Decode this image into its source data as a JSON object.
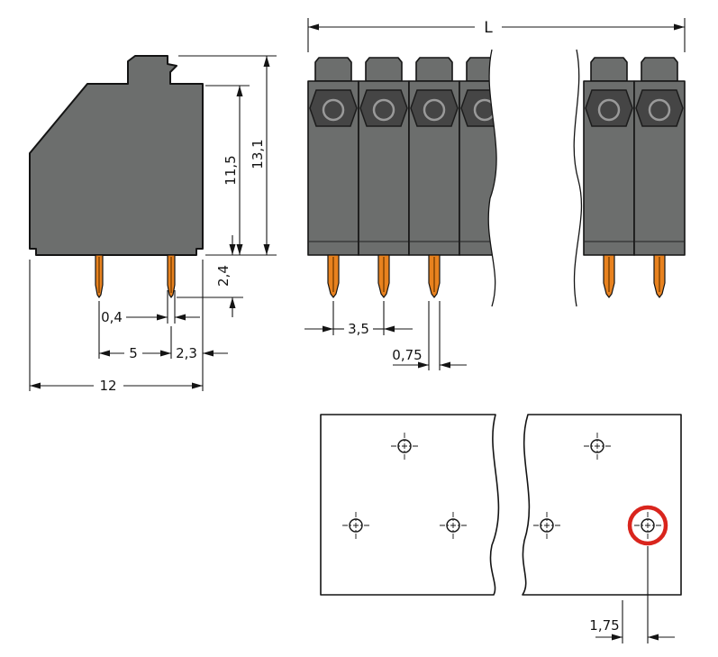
{
  "colors": {
    "body": "#6c6e6d",
    "body-dark": "#454545",
    "pin": "#e8821f",
    "pin-seam": "#7c3f00",
    "line": "#141414",
    "red": "#d9251d"
  },
  "side_view": {
    "pin_width": "0,4",
    "pin_pitch": "5",
    "pin_to_edge": "2,3",
    "overall_depth": "12",
    "pin_length": "2,4",
    "body_height": "11,5",
    "overall_height": "13,1"
  },
  "front_view": {
    "overall_length": "L",
    "pole_pitch": "3,5",
    "pin_width": "0,75"
  },
  "drilling_plan": {
    "hole_offset": "1,75"
  }
}
